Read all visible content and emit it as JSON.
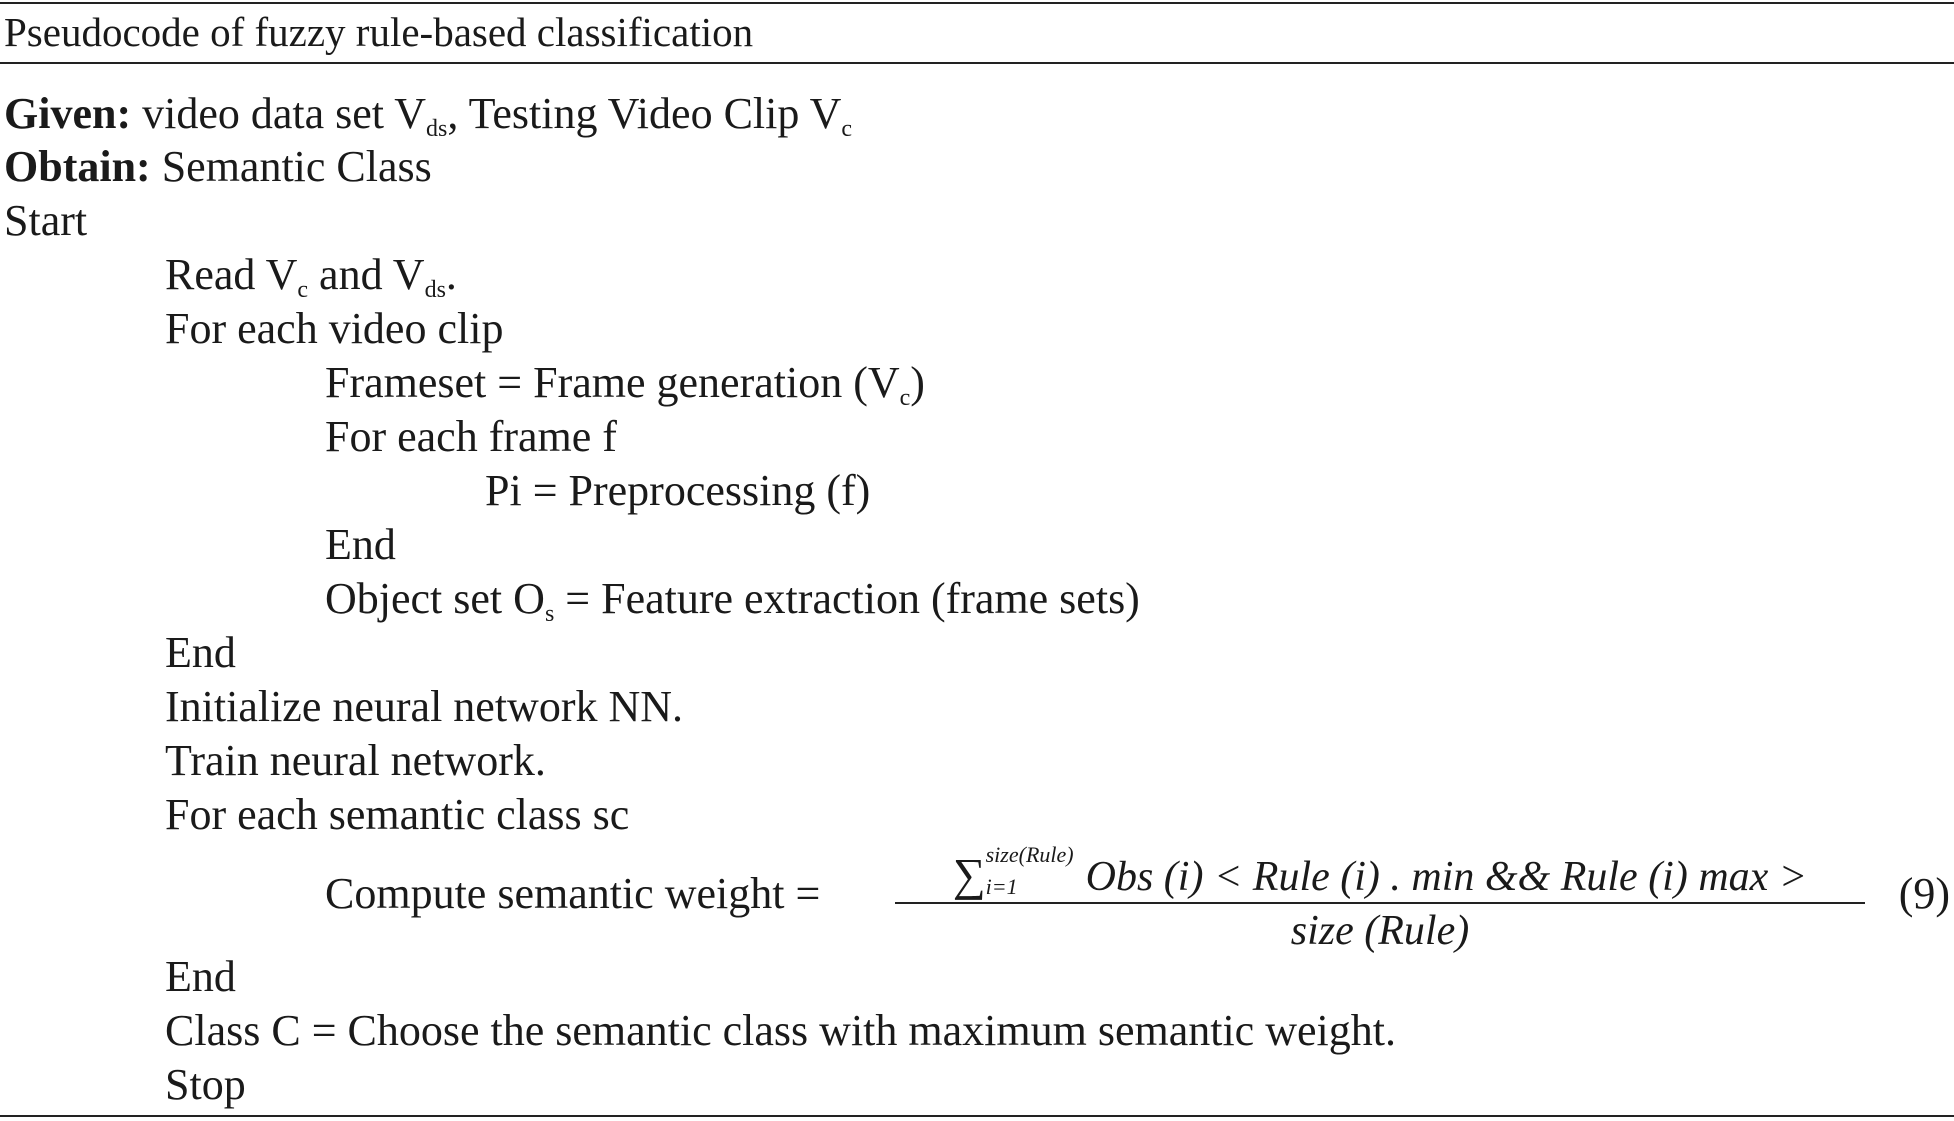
{
  "caption": "Pseudocode of fuzzy rule-based classification",
  "given": {
    "label": "Given:",
    "text_a": " video data set V",
    "sub_a": "ds",
    "text_b": ", Testing Video Clip V",
    "sub_b": "c"
  },
  "obtain": {
    "label": "Obtain:",
    "text": " Semantic Class"
  },
  "start": "Start",
  "read": {
    "text_a": "Read V",
    "sub_a": "c",
    "text_b": " and V",
    "sub_b": "ds",
    "text_c": "."
  },
  "for_clip": "For each video clip",
  "frameset": {
    "text_a": "Frameset = Frame generation (V",
    "sub_a": "c",
    "text_b": ")"
  },
  "for_frame": "For each frame f",
  "preproc": "Pi = Preprocessing (f)",
  "end_inner": "End",
  "object_set": {
    "text_a": "Object set O",
    "sub_a": "s",
    "text_b": " = Feature extraction (frame sets)"
  },
  "end_outer": "End",
  "init_nn": "Initialize neural network NN.",
  "train_nn": "Train neural network.",
  "for_class": "For each semantic class sc",
  "compute": {
    "label": "Compute semantic weight =",
    "sigma": "∑",
    "upper_limit": "size(Rule)",
    "lower_limit": "i=1",
    "numerator": "Obs (i) < Rule (i) . min && Rule (i) max >",
    "denominator": "size (Rule)",
    "eq_number": "(9)"
  },
  "end_class": "End",
  "choose": "Class C = Choose the semantic class with maximum semantic weight.",
  "stop": "Stop"
}
